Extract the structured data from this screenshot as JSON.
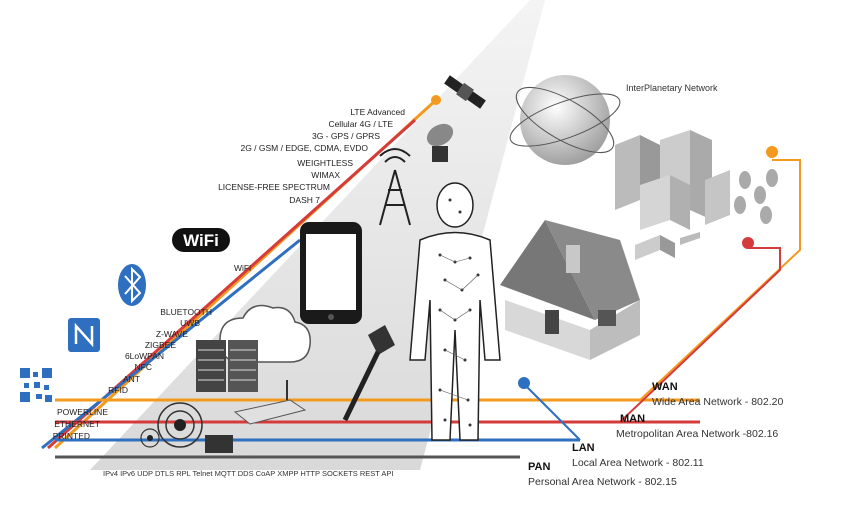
{
  "wireless_labels": [
    "LTE Advanced",
    "Cellular 4G / LTE",
    "3G - GPS / GPRS",
    "2G / GSM / EDGE, CDMA, EVDO",
    "WEIGHTLESS",
    "WIMAX",
    "LICENSE-FREE SPECTRUM",
    "DASH 7"
  ],
  "wifi_label": "WiFi",
  "wifi_logo_text": "WiFi",
  "short_range_labels": [
    "BLUETOOTH",
    "UWB",
    "Z-WAVE",
    "ZIGBEE",
    "6LoWPAN",
    "NFC",
    "ANT",
    "RFID"
  ],
  "wired_labels": [
    "POWERLINE",
    "ETHERNET",
    "PRINTED"
  ],
  "protocols": "IPv4 IPv6 UDP DTLS RPL Telnet MQTT DDS CoAP XMPP HTTP SOCKETS REST API",
  "interplanetary": "InterPlanetary Network",
  "networks": [
    {
      "title": "WAN",
      "subtitle": "Wide Area Network - 802.20",
      "color": "#f39a1e"
    },
    {
      "title": "MAN",
      "subtitle": "Metropolitan Area Network -802.16",
      "color": "#d63b3b"
    },
    {
      "title": "LAN",
      "subtitle": "Local Area Network - 802.11",
      "color": "#2f6fbf"
    },
    {
      "title": "PAN",
      "subtitle": "Personal Area Network - 802.15",
      "color": "#555555"
    }
  ],
  "colors": {
    "orange": "#f39a1e",
    "red": "#d63b3b",
    "blue": "#2f6fbf",
    "dark": "#333333",
    "beam": "#e4e4e4"
  }
}
